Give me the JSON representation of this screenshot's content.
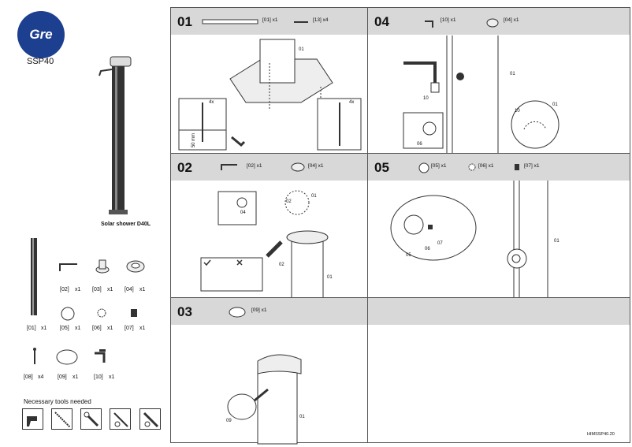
{
  "brand": {
    "logo_text": "Gre",
    "model": "SSP40"
  },
  "product": {
    "name": "Solar shower D40L"
  },
  "parts": [
    {
      "code": "[02]",
      "qty": "x1"
    },
    {
      "code": "[03]",
      "qty": "x1"
    },
    {
      "code": "[04]",
      "qty": "x1"
    },
    {
      "code": "[01]",
      "qty": "x1"
    },
    {
      "code": "[05]",
      "qty": "x1"
    },
    {
      "code": "[06]",
      "qty": "x1"
    },
    {
      "code": "[07]",
      "qty": "x1"
    },
    {
      "code": "[08]",
      "qty": "x4"
    },
    {
      "code": "[09]",
      "qty": "x1"
    },
    {
      "code": "[10]",
      "qty": "x1"
    }
  ],
  "tools": {
    "title": "Necessary tools needed"
  },
  "steps": {
    "s01": {
      "num": "01",
      "parts": [
        "[01] x1",
        "[13] x4"
      ],
      "labels": [
        "01"
      ],
      "dims": [
        "4x",
        "4x",
        "50 mm"
      ]
    },
    "s02": {
      "num": "02",
      "parts": [
        "[02] x1",
        "[04] x1"
      ],
      "labels": [
        "04",
        "02",
        "01",
        "02",
        "01"
      ]
    },
    "s03": {
      "num": "03",
      "parts": [
        "[09] x1"
      ],
      "labels": [
        "01",
        "09"
      ]
    },
    "s04": {
      "num": "04",
      "parts": [
        "[10] x1",
        "[04] x1"
      ],
      "labels": [
        "01",
        "10",
        "06",
        "10",
        "01"
      ]
    },
    "s05": {
      "num": "05",
      "parts": [
        "[05] x1",
        "[06] x1",
        "[07] x1"
      ],
      "labels": [
        "07",
        "05",
        "06",
        "01"
      ]
    }
  },
  "doc_code": "HIMSSP40.20"
}
